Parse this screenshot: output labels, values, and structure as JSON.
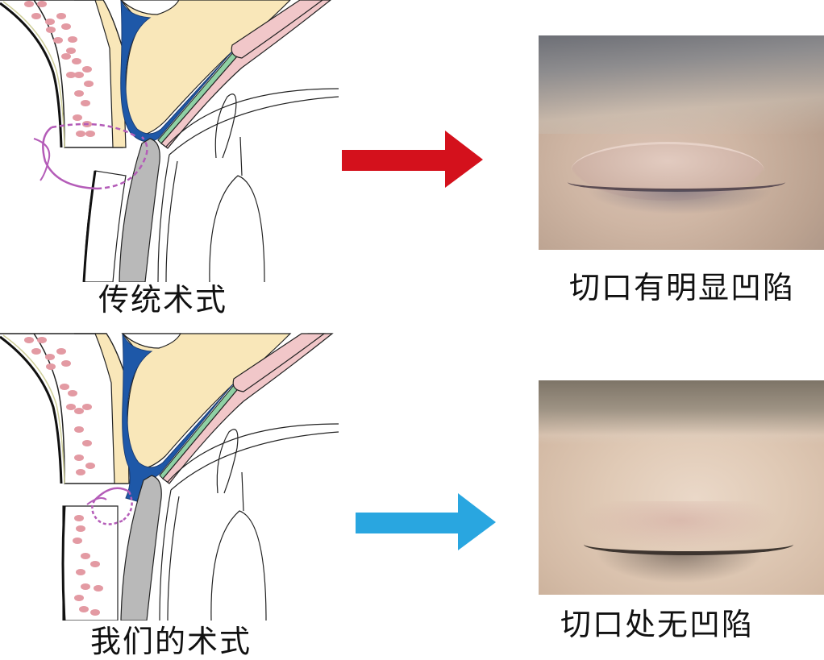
{
  "figure": {
    "rows": [
      {
        "id": "traditional",
        "diagram_caption": "传统术式",
        "result_caption": "切口有明显凹陷",
        "arrow_color": "#d4111c",
        "photo_desc": "closed eye with visible incision depression"
      },
      {
        "id": "ours",
        "diagram_caption": "我们的术式",
        "result_caption": "切口处无凹陷",
        "arrow_color": "#29a6e0",
        "photo_desc": "closed eye without incision depression"
      }
    ],
    "colors": {
      "fat_yellow": "#f9e7b9",
      "blue_layer": "#1e58a8",
      "green_layer": "#8fd0a4",
      "pink_layer": "#f1c7c9",
      "tarsus_gray": "#b9b9b9",
      "suture_purple": "#b45cb8",
      "dot_pink": "#e39aa3"
    },
    "icons": {
      "arrow_top": "arrow-right-icon",
      "arrow_bottom": "arrow-right-icon"
    }
  }
}
